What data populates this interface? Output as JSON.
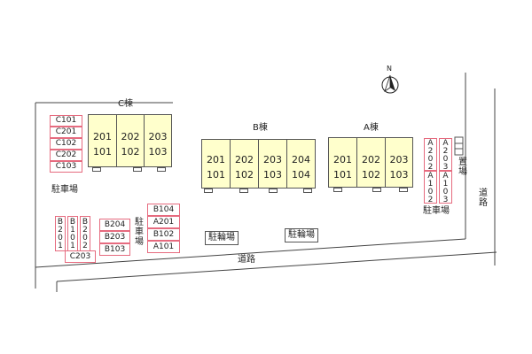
{
  "compass": {
    "letter": "N",
    "icon": "north-arrow-icon"
  },
  "buildings": {
    "C": {
      "label": "C棟",
      "upper": [
        "201",
        "202",
        "203"
      ],
      "lower": [
        "101",
        "102",
        "103"
      ]
    },
    "B": {
      "label": "B棟",
      "upper": [
        "201",
        "202",
        "203",
        "204"
      ],
      "lower": [
        "101",
        "102",
        "103",
        "104"
      ]
    },
    "A": {
      "label": "A棟",
      "upper": [
        "201",
        "202",
        "203"
      ],
      "lower": [
        "101",
        "102",
        "103"
      ]
    }
  },
  "parking_label": "駐車場",
  "parking_label_vertical": [
    "駐",
    "車",
    "場"
  ],
  "parking": {
    "c_group": [
      "C101",
      "C201",
      "C102",
      "C202",
      "C103"
    ],
    "b_vertical": [
      [
        "B",
        "2",
        "0",
        "1"
      ],
      [
        "B",
        "1",
        "0",
        "1"
      ],
      [
        "B",
        "2",
        "0",
        "2"
      ]
    ],
    "b_mid": [
      "B204",
      "B203",
      "B103"
    ],
    "c203": "C203",
    "ab_group": [
      "B104",
      "A201",
      "B102",
      "A101"
    ],
    "a_vertical_top": [
      [
        "A",
        "2",
        "0",
        "2"
      ],
      [
        "A",
        "2",
        "0",
        "3"
      ]
    ],
    "a_vertical_bottom": [
      [
        "A",
        "1",
        "0",
        "2"
      ],
      [
        "A",
        "1",
        "0",
        "3"
      ]
    ]
  },
  "bike_parking": [
    "駐輪場",
    "駐輪場"
  ],
  "storage": {
    "label_chars": [
      "置",
      "場"
    ],
    "icon": "trash-bin-icon"
  },
  "roads": {
    "south": "道路",
    "east_chars": [
      "道",
      "路"
    ]
  }
}
